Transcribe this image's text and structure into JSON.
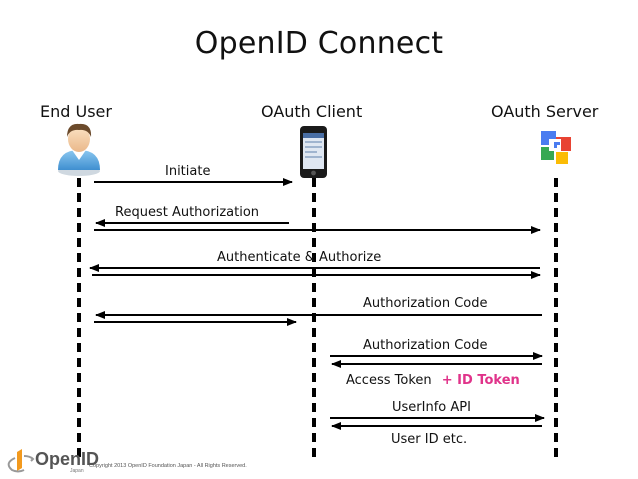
{
  "title": "OpenID Connect",
  "actors": {
    "end_user": "End User",
    "oauth_client": "OAuth Client",
    "oauth_server": "OAuth Server"
  },
  "messages": [
    {
      "label": "Initiate"
    },
    {
      "label": "Request Authorization"
    },
    {
      "label": "Authenticate & Authorize"
    },
    {
      "label": "Authorization Code"
    },
    {
      "label": "Authorization Code"
    },
    {
      "label": "Access Token",
      "highlight": "+ ID Token",
      "highlight_color": "#e0338a"
    },
    {
      "label": "UserInfo API"
    },
    {
      "label": "User ID etc."
    }
  ],
  "footer": {
    "logo": "OpenID",
    "logo_sub": "Japan",
    "copyright": "Copyright 2013 OpenID Foundation Japan - All Rights Reserved."
  },
  "icons": {
    "end_user": "user-avatar-icon",
    "oauth_client": "smartphone-icon",
    "oauth_server": "google-logo-icon",
    "footer_logo": "openid-logo-icon"
  }
}
